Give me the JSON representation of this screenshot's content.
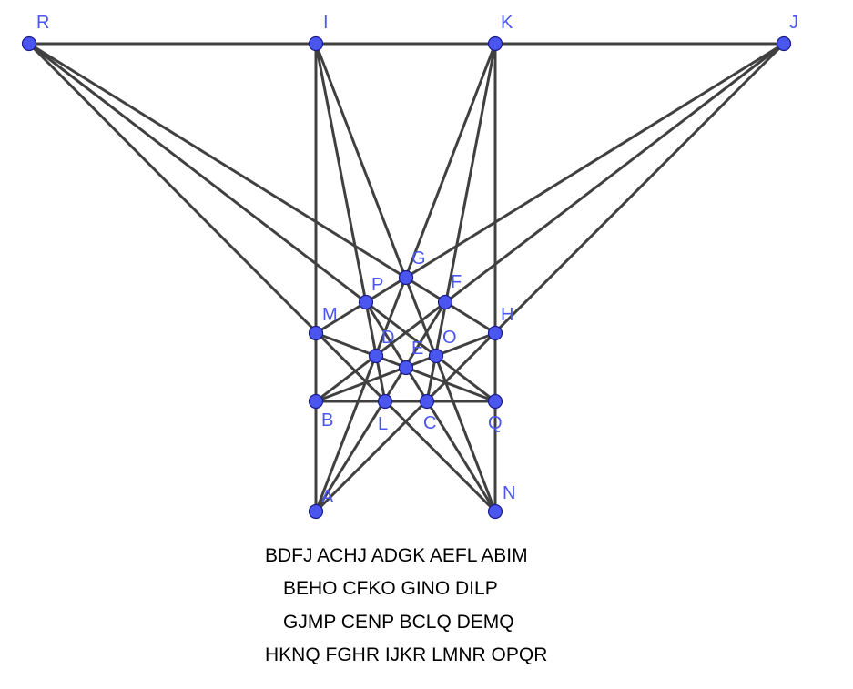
{
  "points": [
    "A",
    "B",
    "C",
    "D",
    "E",
    "F",
    "G",
    "H",
    "I",
    "J",
    "K",
    "L",
    "M",
    "N",
    "O",
    "P",
    "Q",
    "R"
  ],
  "lines": [
    "BDFJ",
    "ACHJ",
    "ADGK",
    "AEFL",
    "ABIM",
    "BEHO",
    "CFKO",
    "GINO",
    "DILP",
    "GJMP",
    "CENP",
    "BCLQ",
    "DEMQ",
    "HKNQ",
    "FGHR",
    "IJKR",
    "LMNR",
    "OPQR"
  ],
  "caption": [
    "BDFJ ACHJ ADGK AEFL ABIM",
    "BEHO CFKO GINO DILP",
    "GJMP CENP BCLQ DEMQ",
    "HKNQ FGHR IJKR LMNR OPQR"
  ],
  "colors": {
    "point_fill": "#4a56ee",
    "segment": "#404040",
    "label": "#4a56ee"
  }
}
